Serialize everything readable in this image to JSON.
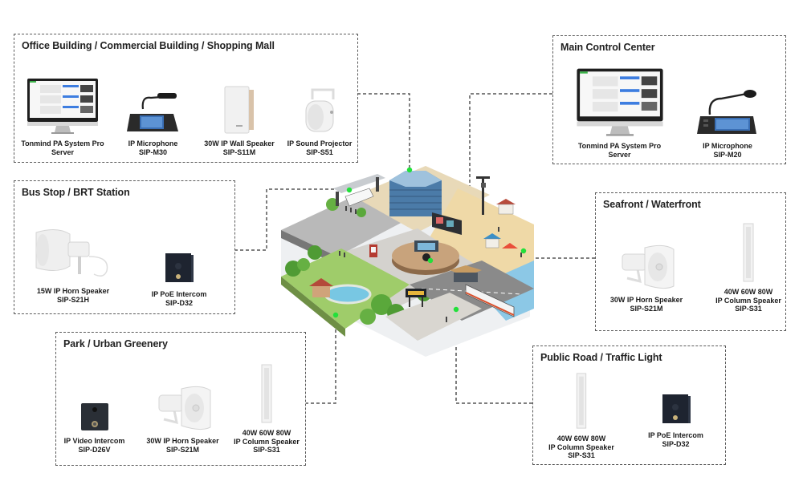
{
  "diagram": {
    "title": "Tonmind IP PA System Application Scenarios",
    "zones": [
      {
        "id": "office",
        "title": "Office Building / Commercial Building / Shopping Mall",
        "products": [
          {
            "line1": "Tonmind PA System Pro",
            "line2": "Server",
            "icon": "monitor-server-icon"
          },
          {
            "line1": "IP Microphone",
            "line2": "SIP-M30",
            "icon": "desktop-microphone-icon"
          },
          {
            "line1": "30W IP Wall Speaker",
            "line2": "SIP-S11M",
            "icon": "wall-speaker-icon"
          },
          {
            "line1": "IP Sound Projector",
            "line2": "SIP-S51",
            "icon": "sound-projector-icon"
          }
        ]
      },
      {
        "id": "control",
        "title": "Main Control Center",
        "products": [
          {
            "line1": "Tonmind PA System Pro",
            "line2": "Server",
            "icon": "monitor-server-icon"
          },
          {
            "line1": "IP Microphone",
            "line2": "SIP-M20",
            "icon": "desktop-microphone-icon"
          }
        ]
      },
      {
        "id": "bus",
        "title": "Bus Stop / BRT Station",
        "products": [
          {
            "line1": "15W IP Horn Speaker",
            "line2": "SIP-S21H",
            "icon": "horn-speaker-icon"
          },
          {
            "line1": "IP PoE Intercom",
            "line2": "SIP-D32",
            "icon": "intercom-icon"
          }
        ]
      },
      {
        "id": "seafront",
        "title": "Seafront / Waterfront",
        "products": [
          {
            "line1": "30W IP Horn Speaker",
            "line2": "SIP-S21M",
            "icon": "horn-speaker-icon"
          },
          {
            "line1": "40W 60W 80W",
            "line2": "IP Column Speaker",
            "line3": "SIP-S31",
            "icon": "column-speaker-icon"
          }
        ]
      },
      {
        "id": "park",
        "title": "Park / Urban Greenery",
        "products": [
          {
            "line1": "IP Video Intercom",
            "line2": "SIP-D26V",
            "icon": "video-intercom-icon"
          },
          {
            "line1": "30W IP Horn Speaker",
            "line2": "SIP-S21M",
            "icon": "horn-speaker-icon"
          },
          {
            "line1": "40W 60W 80W",
            "line2": "IP Column Speaker",
            "line3": "SIP-S31",
            "icon": "column-speaker-icon"
          }
        ]
      },
      {
        "id": "road",
        "title": "Public Road / Traffic Light",
        "products": [
          {
            "line1": "40W 60W 80W",
            "line2": "IP Column Speaker",
            "line3": "SIP-S31",
            "icon": "column-speaker-icon"
          },
          {
            "line1": "IP PoE Intercom",
            "line2": "SIP-D32",
            "icon": "intercom-icon"
          }
        ]
      }
    ],
    "center": {
      "label": "Isometric smart city illustration",
      "areas": [
        "office-tower",
        "bus-station",
        "control-booth",
        "beach",
        "park",
        "road-rail"
      ]
    },
    "colors": {
      "border": "#5a5a5a",
      "connector": "#555555",
      "node_dot": "#22e03a",
      "text": "#1c1c1c"
    }
  }
}
